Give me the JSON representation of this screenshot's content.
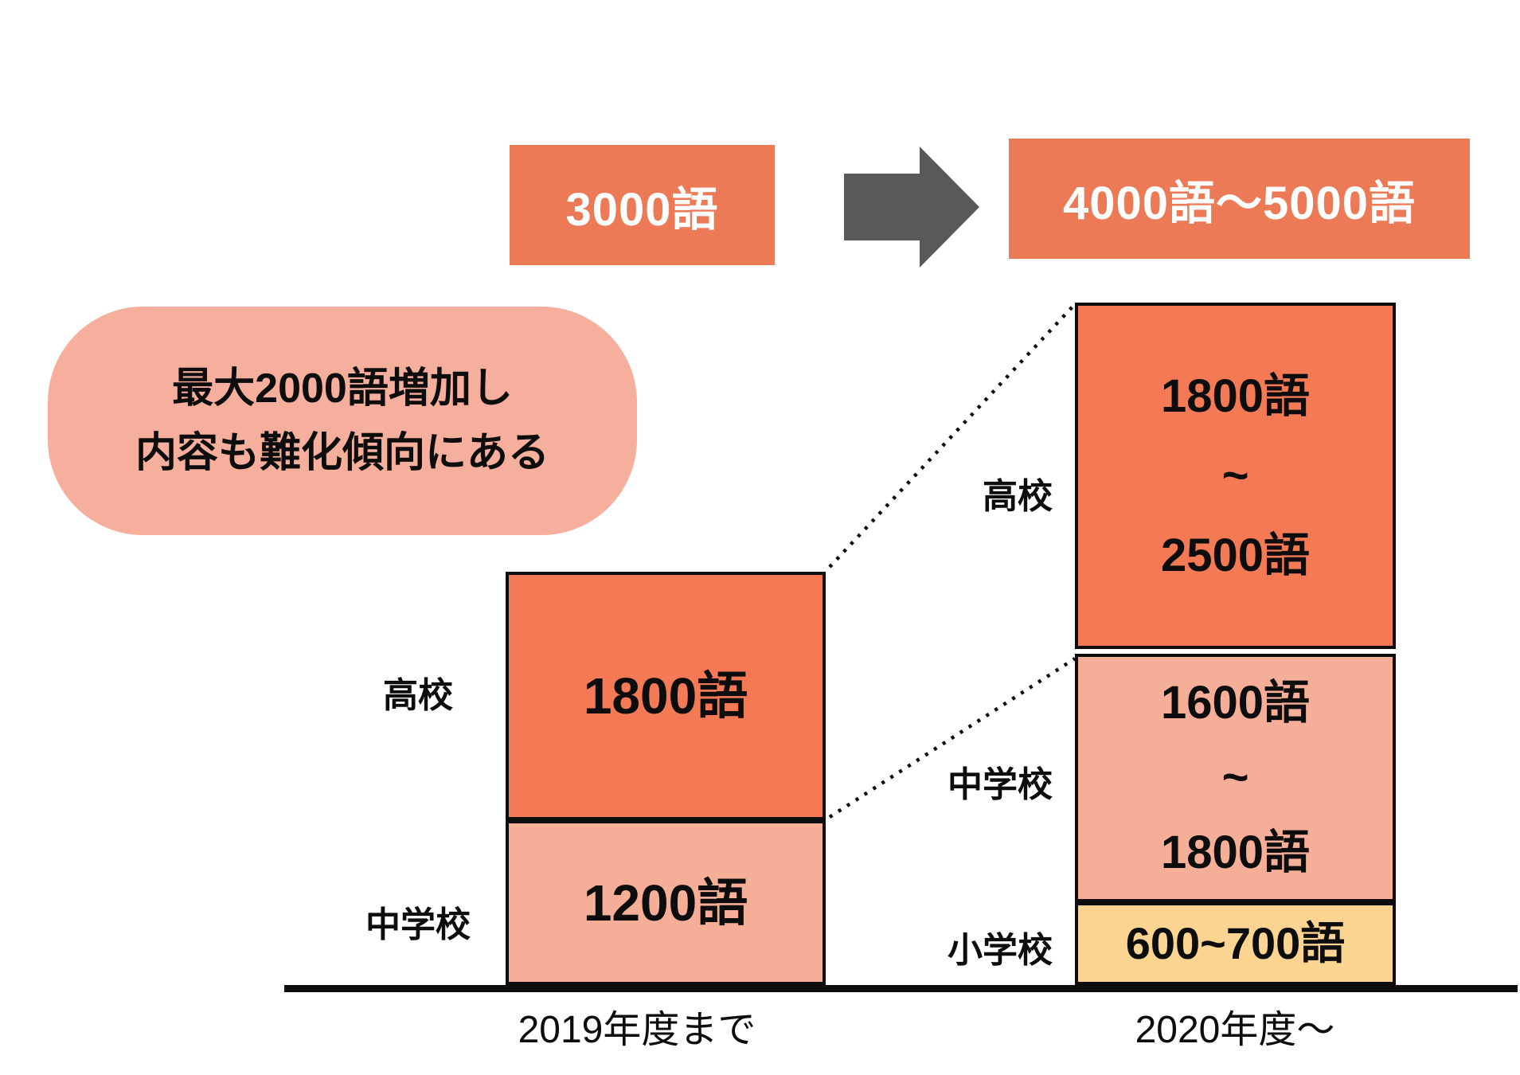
{
  "flow": {
    "before": "3000語",
    "after": "4000語〜5000語"
  },
  "callout": {
    "line1": "最大2000語増加し",
    "line2": "内容も難化傾向にある"
  },
  "chart": {
    "y2019": {
      "axis_label": "2019年度まで",
      "hs": {
        "label": "高校",
        "value": "1800語"
      },
      "jhs": {
        "label": "中学校",
        "value": "1200語"
      }
    },
    "y2020": {
      "axis_label": "2020年度〜",
      "hs": {
        "label": "高校",
        "line1": "1800語",
        "line2": "~",
        "line3": "2500語"
      },
      "jhs": {
        "label": "中学校",
        "line1": "1600語",
        "line2": "~",
        "line3": "1800語"
      },
      "es": {
        "label": "小学校",
        "value": "600~700語"
      }
    }
  },
  "colors": {
    "bar_orange": "#F47A56",
    "bar_salmon": "#F5AE97",
    "bar_yellow": "#FBD491",
    "flow_box_orange": "#ED7A57",
    "callout_pink": "#F6AE9D",
    "arrow_gray": "#595959",
    "line_black": "#0d0d0d"
  },
  "chart_data": {
    "type": "bar",
    "stacked": true,
    "categories": [
      "2019年度まで",
      "2020年度〜"
    ],
    "unit": "語",
    "series": [
      {
        "name": "小学校",
        "values": [
          [
            0,
            0
          ],
          [
            600,
            700
          ]
        ],
        "labels": [
          "",
          "600~700語"
        ],
        "color": "#FBD491"
      },
      {
        "name": "中学校",
        "values": [
          [
            1200,
            1200
          ],
          [
            1600,
            1800
          ]
        ],
        "labels": [
          "1200語",
          "1600語~1800語"
        ],
        "color": "#F5AE97"
      },
      {
        "name": "高校",
        "values": [
          [
            1800,
            1800
          ],
          [
            1800,
            2500
          ]
        ],
        "labels": [
          "1800語",
          "1800語~2500語"
        ],
        "color": "#F47A56"
      }
    ],
    "totals": {
      "2019年度まで": "3000語",
      "2020年度〜": "4000語〜5000語"
    },
    "annotation": "最大2000語増加し 内容も難化傾向にある",
    "baseline": true,
    "legend_position": "none",
    "connectors": [
      {
        "from": "2019-high-top",
        "to": "2020-high-top",
        "style": "dotted"
      },
      {
        "from": "2019-middle-top",
        "to": "2020-middle-top",
        "style": "dotted"
      }
    ]
  }
}
